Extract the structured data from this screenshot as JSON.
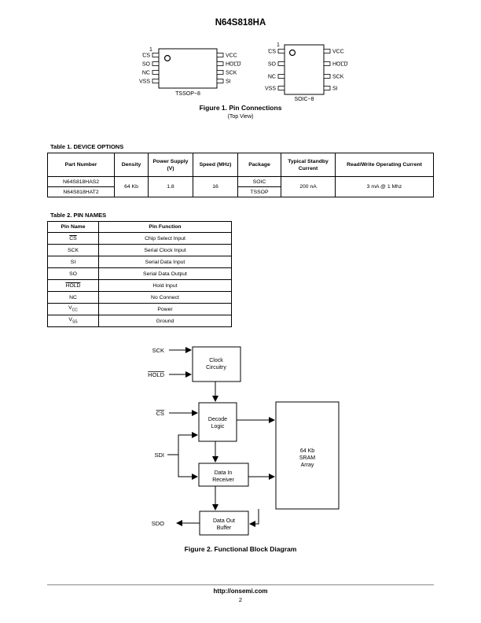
{
  "doc_title": "N64S818HA",
  "pin_figure": {
    "tssop": {
      "pin1_mark": "1",
      "left_pins": [
        "CS",
        "SO",
        "NC",
        "VSS"
      ],
      "right_pins": [
        "VCC",
        "HOLD",
        "SCK",
        "SI"
      ],
      "package_label": "TSSOP−8"
    },
    "soic": {
      "pin1_mark": "1",
      "left_pins": [
        "CS",
        "SO",
        "NC",
        "VSS"
      ],
      "right_pins": [
        "VCC",
        "HOLD",
        "SCK",
        "SI"
      ],
      "package_label": "SOIC−8"
    },
    "caption": "Figure 1. Pin Connections",
    "subcaption": "(Top View)"
  },
  "table1": {
    "title": "Table 1. DEVICE OPTIONS",
    "headers": [
      "Part Number",
      "Density",
      "Power Supply (V)",
      "Speed (MHz)",
      "Package",
      "Typical Standby Current",
      "Read/Write Operating Current"
    ],
    "part_numbers": [
      "N64S818HAS2",
      "N64S818HAT2"
    ],
    "density": "64 Kb",
    "power_supply": "1.8",
    "speed": "16",
    "packages": [
      "SOIC",
      "TSSOP"
    ],
    "standby_current": "200 nA",
    "operating_current": "3 mA @ 1 Mhz"
  },
  "table2": {
    "title": "Table 2. PIN NAMES",
    "headers": [
      "Pin Name",
      "Pin Function"
    ],
    "rows": [
      {
        "pin": "CS",
        "sub": "",
        "fn": "Chip Select Input"
      },
      {
        "pin": "SCK",
        "sub": "",
        "fn": "Serial Clock Input"
      },
      {
        "pin": "SI",
        "sub": "",
        "fn": "Serial Data Input"
      },
      {
        "pin": "SO",
        "sub": "",
        "fn": "Serial Data Output"
      },
      {
        "pin": "HOLD",
        "sub": "",
        "fn": "Hold Input"
      },
      {
        "pin": "NC",
        "sub": "",
        "fn": "No Connect"
      },
      {
        "pin": "V",
        "sub": "CC",
        "fn": "Power"
      },
      {
        "pin": "V",
        "sub": "SS",
        "fn": "Ground"
      }
    ]
  },
  "block_diagram": {
    "signals": {
      "sck": "SCK",
      "hold": "HOLD",
      "cs": "CS",
      "sdi": "SDI",
      "sdo": "SDO"
    },
    "blocks": {
      "clock": [
        "Clock",
        "Circuitry"
      ],
      "decode": [
        "Decode",
        "Logic"
      ],
      "datain": [
        "Data In",
        "Receiver"
      ],
      "dataout": [
        "Data Out",
        "Buffer"
      ],
      "sram": [
        "64 Kb",
        "SRAM",
        "Array"
      ]
    },
    "caption": "Figure 2. Functional Block Diagram"
  },
  "footer": {
    "url": "http://onsemi.com",
    "page": "2"
  }
}
